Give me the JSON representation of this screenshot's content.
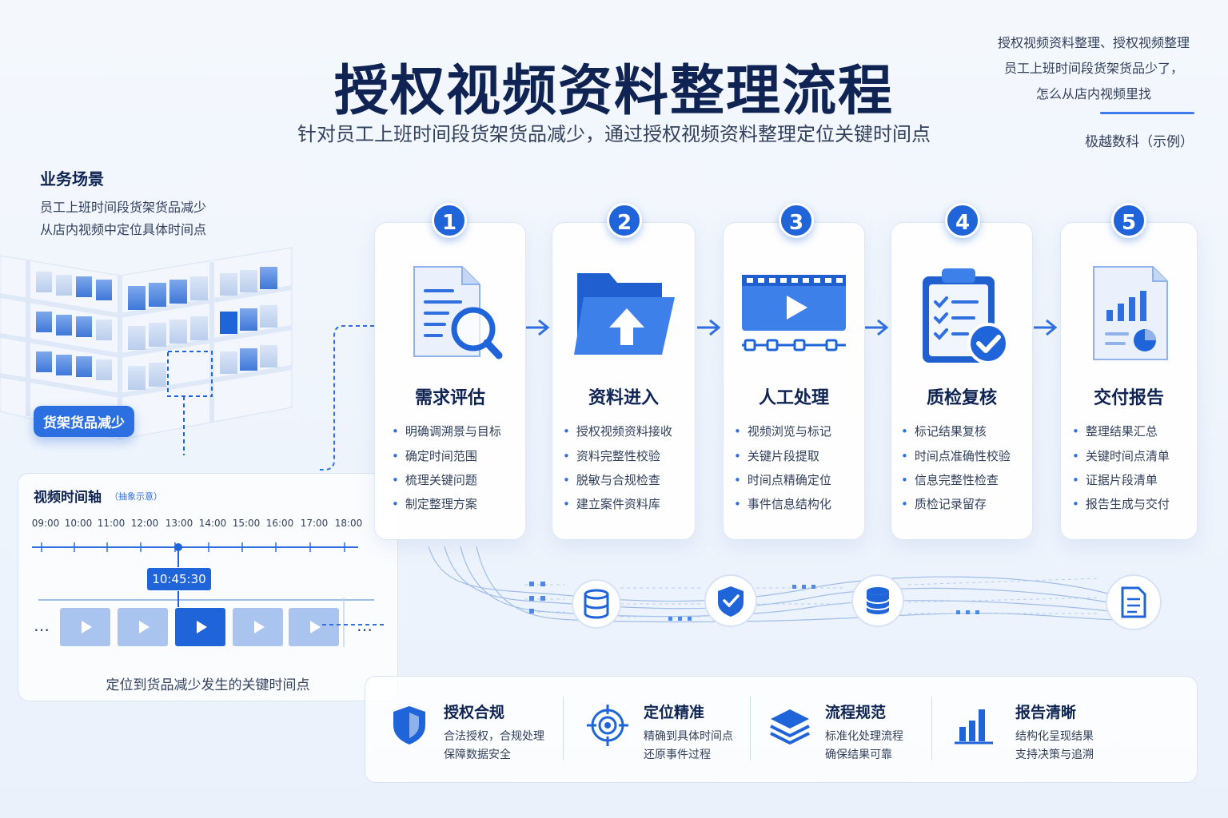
{
  "header": {
    "title": "授权视频资料整理流程",
    "subtitle": "针对员工上班时间段货架货品减少，通过授权视频资料整理定位关键时间点",
    "corner_lines": [
      "授权视频资料整理、授权视频整理",
      "员工上班时间段货架货品少了，",
      "怎么从店内视频里找"
    ],
    "corner_brand": "极越数科（示例）"
  },
  "scenario": {
    "title": "业务场景",
    "lines": [
      "员工上班时间段货架货品减少",
      "从店内视频中定位具体时间点"
    ],
    "badge": "货架货品减少"
  },
  "timeline": {
    "title": "视频时间轴",
    "note": "（抽象示意）",
    "ticks": [
      "09:00",
      "10:00",
      "11:00",
      "12:00",
      "13:00",
      "14:00",
      "15:00",
      "16:00",
      "17:00",
      "18:00"
    ],
    "marker_time": "10:45:30",
    "caption": "定位到货品减少发生的关键时间点"
  },
  "steps": [
    {
      "num": "1",
      "title": "需求评估",
      "icon": "document-search-icon",
      "items": [
        "明确调溯景与目标",
        "确定时间范围",
        "梳理关键问题",
        "制定整理方案"
      ]
    },
    {
      "num": "2",
      "title": "资料进入",
      "icon": "folder-upload-icon",
      "items": [
        "授权视频资料接收",
        "资料完整性校验",
        "脱敏与合规检查",
        "建立案件资料库"
      ]
    },
    {
      "num": "3",
      "title": "人工处理",
      "icon": "video-timeline-icon",
      "items": [
        "视频浏览与标记",
        "关键片段提取",
        "时间点精确定位",
        "事件信息结构化"
      ]
    },
    {
      "num": "4",
      "title": "质检复核",
      "icon": "clipboard-check-icon",
      "items": [
        "标记结果复核",
        "时间点准确性校验",
        "信息完整性检查",
        "质检记录留存"
      ]
    },
    {
      "num": "5",
      "title": "交付报告",
      "icon": "report-chart-icon",
      "items": [
        "整理结果汇总",
        "关键时间点清单",
        "证据片段清单",
        "报告生成与交付"
      ]
    }
  ],
  "features": [
    {
      "title": "授权合规",
      "icon": "shield-icon",
      "lines": [
        "合法授权，合规处理",
        "保障数据安全"
      ]
    },
    {
      "title": "定位精准",
      "icon": "target-icon",
      "lines": [
        "精确到具体时间点",
        "还原事件过程"
      ]
    },
    {
      "title": "流程规范",
      "icon": "layers-icon",
      "lines": [
        "标准化处理流程",
        "确保结果可靠"
      ]
    },
    {
      "title": "报告清晰",
      "icon": "bar-chart-icon",
      "lines": [
        "结构化呈现结果",
        "支持决策与追溯"
      ]
    }
  ],
  "colors": {
    "accent": "#1f64d8",
    "title": "#0f2452",
    "text": "#33415c"
  }
}
